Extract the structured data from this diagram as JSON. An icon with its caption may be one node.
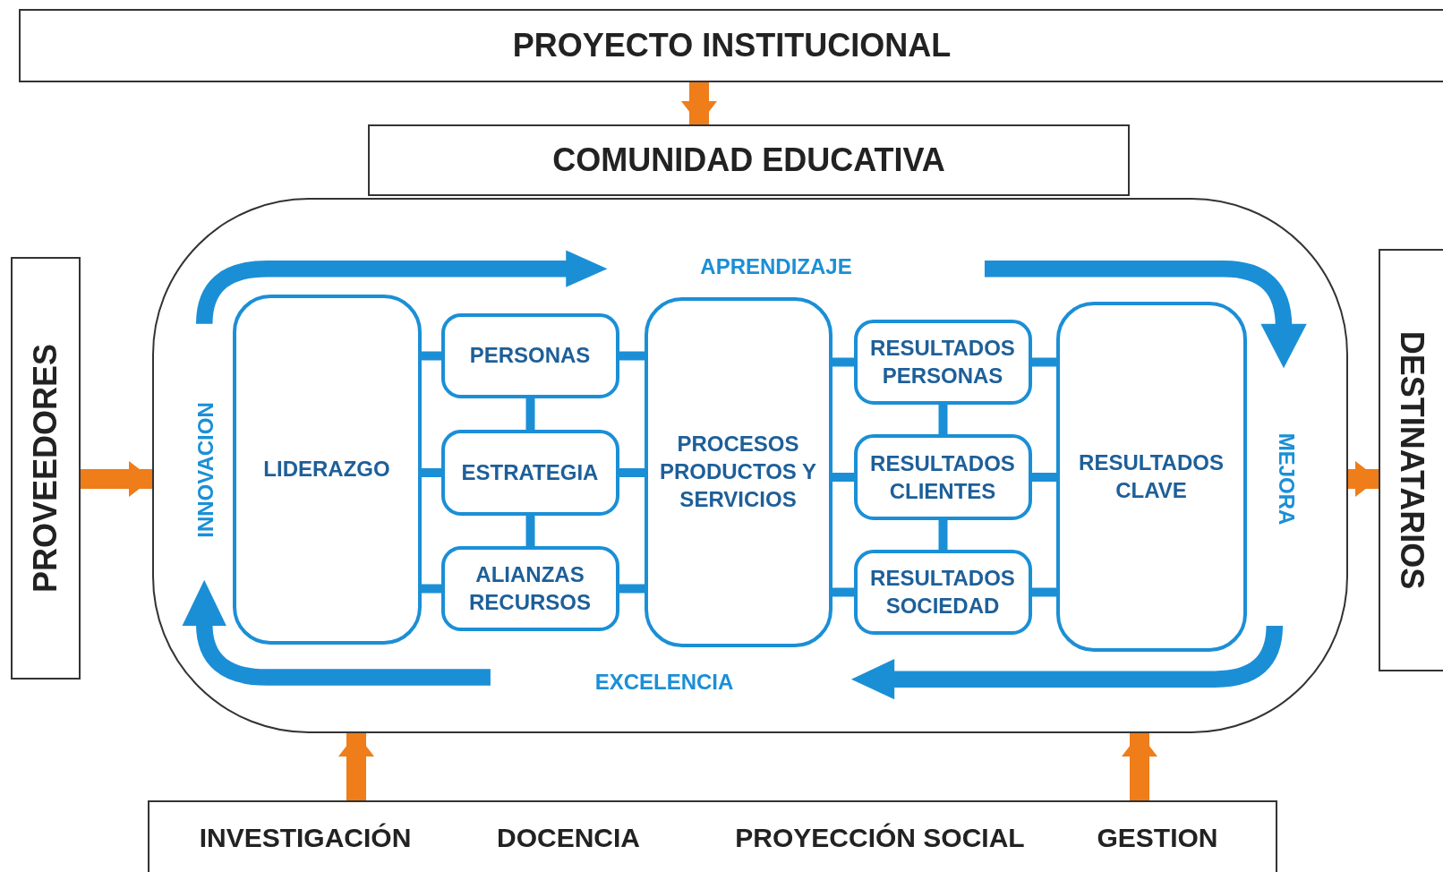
{
  "diagram": {
    "nodes": [
      {
        "text": [
          "PROYECTO INSTITUCIONAL"
        ]
      },
      {
        "text": [
          "COMUNIDAD EDUCATIVA"
        ]
      },
      {
        "text": [
          "PROVEEDORES"
        ]
      },
      {
        "text": [],
        "shape": "box"
      },
      {
        "text": [
          "LIDERAZGO"
        ],
        "in": 3
      },
      {
        "text": [
          "PERSONAS"
        ],
        "in": 3
      },
      {
        "text": [
          "ESTRATEGIA"
        ],
        "in": 3
      },
      {
        "text": [
          "ALIANZAS RECURSOS"
        ],
        "in": 3
      },
      {
        "text": [
          "PROCESOS PRODUCTOS Y SERVICIOS"
        ],
        "in": 3
      },
      {
        "text": [
          "RESULTADOS PERSONAS"
        ],
        "in": 3
      },
      {
        "text": [
          "RESULTADOS CLIENTES"
        ],
        "in": 3
      },
      {
        "text": [
          "RESULTADOS SOCIEDAD"
        ],
        "in": 3
      },
      {
        "text": [
          "RESULTADOS CLAVE"
        ],
        "in": 3
      },
      {
        "text": [
          "DESTINATARIOS"
        ]
      },
      {
        "text": [
          "INVESTIGACIÓN",
          "DOCENCIA",
          "PROYECCIÓN SOCIAL",
          "GESTION"
        ]
      }
    ],
    "edges": [
      {
        "from": 0,
        "to": 1,
        "arrow": "to",
        "style": "thick",
        "color": "#ee7d1a"
      },
      {
        "from": 2,
        "to": 3,
        "arrow": "to",
        "style": "thick",
        "color": "#ee7d1a"
      },
      {
        "from": 3,
        "to": 13,
        "arrow": "to",
        "style": "thick",
        "color": "#ee7d1a"
      },
      {
        "from": 14,
        "to": 3,
        "arrow": "to",
        "style": "thick",
        "color": "#ee7d1a"
      },
      {
        "from": 14,
        "to": 3,
        "arrow": "to",
        "style": "thick",
        "color": "#ee7d1a"
      },
      {
        "from": 4,
        "to": 5,
        "arrow": "none"
      },
      {
        "from": 4,
        "to": 6,
        "arrow": "none"
      },
      {
        "from": 4,
        "to": 7,
        "arrow": "none"
      },
      {
        "from": 5,
        "to": 6,
        "arrow": "none"
      },
      {
        "from": 6,
        "to": 7,
        "arrow": "none"
      },
      {
        "from": 5,
        "to": 8,
        "arrow": "none"
      },
      {
        "from": 6,
        "to": 8,
        "arrow": "none"
      },
      {
        "from": 7,
        "to": 8,
        "arrow": "none"
      },
      {
        "from": 8,
        "to": 9,
        "arrow": "none"
      },
      {
        "from": 8,
        "to": 10,
        "arrow": "none"
      },
      {
        "from": 8,
        "to": 11,
        "arrow": "none"
      },
      {
        "from": 9,
        "to": 10,
        "arrow": "none"
      },
      {
        "from": 10,
        "to": 11,
        "arrow": "none"
      },
      {
        "from": 9,
        "to": 12,
        "arrow": "none"
      },
      {
        "from": 10,
        "to": 12,
        "arrow": "none"
      },
      {
        "from": 11,
        "to": 12,
        "arrow": "none"
      }
    ],
    "labels": [
      "APRENDIZAJE",
      "INNOVACION",
      "MEJORA",
      "EXCELENCIA"
    ]
  }
}
